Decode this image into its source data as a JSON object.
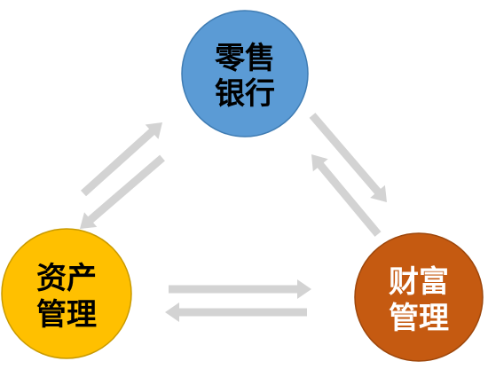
{
  "nodes": {
    "retail": {
      "line1": "零售",
      "line2": "银行",
      "fill": "#5B9BD5",
      "stroke": "#3F7CB3",
      "text_color": "#000000"
    },
    "asset": {
      "line1": "资产",
      "line2": "管理",
      "fill": "#FFC000",
      "stroke": "#C99A00",
      "text_color": "#000000"
    },
    "wealth": {
      "line1": "财富",
      "line2": "管理",
      "fill": "#C55A11",
      "stroke": "#9E470C",
      "text_color": "#FFFFFF"
    }
  },
  "arrow_color": "#D3D3D3"
}
